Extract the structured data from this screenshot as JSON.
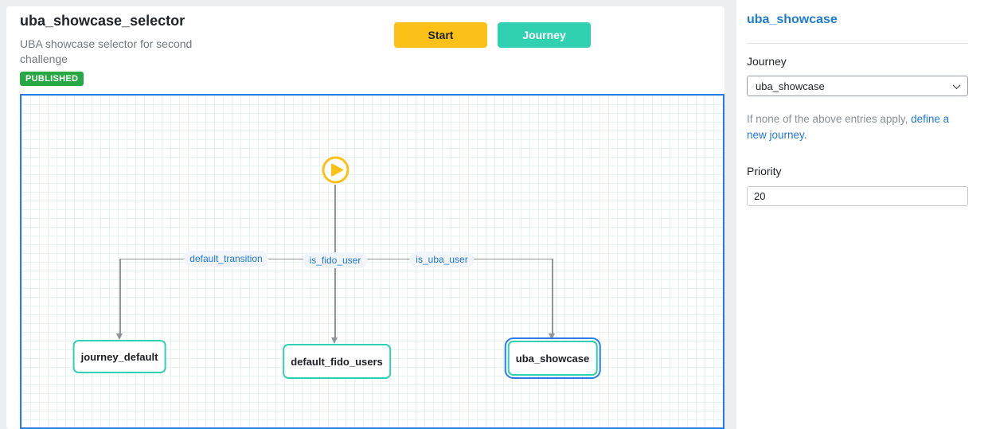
{
  "header": {
    "title": "uba_showcase_selector",
    "subtitle": "UBA showcase selector for second challenge",
    "badge": "PUBLISHED",
    "start_button": "Start",
    "journey_button": "Journey"
  },
  "canvas": {
    "nodes": [
      {
        "label": "journey_default",
        "selected": false
      },
      {
        "label": "default_fido_users",
        "selected": false
      },
      {
        "label": "uba_showcase",
        "selected": true
      }
    ],
    "edges": [
      {
        "label": "default_transition"
      },
      {
        "label": "is_fido_user"
      },
      {
        "label": "is_uba_user"
      }
    ],
    "start_icon": "play-icon"
  },
  "panel": {
    "title": "uba_showcase",
    "journey_label": "Journey",
    "journey_value": "uba_showcase",
    "helper_prefix": "If none of the above entries apply, ",
    "helper_link": "define a new journey.",
    "priority_label": "Priority",
    "priority_value": "20"
  },
  "colors": {
    "start_button": "#fcc116",
    "journey_button": "#2fd1b1",
    "published_badge": "#28a745",
    "node_border": "#2fd1b1",
    "selection_blue": "#2b7ce9",
    "link_blue": "#2077d4",
    "edge_gray": "#909498"
  }
}
